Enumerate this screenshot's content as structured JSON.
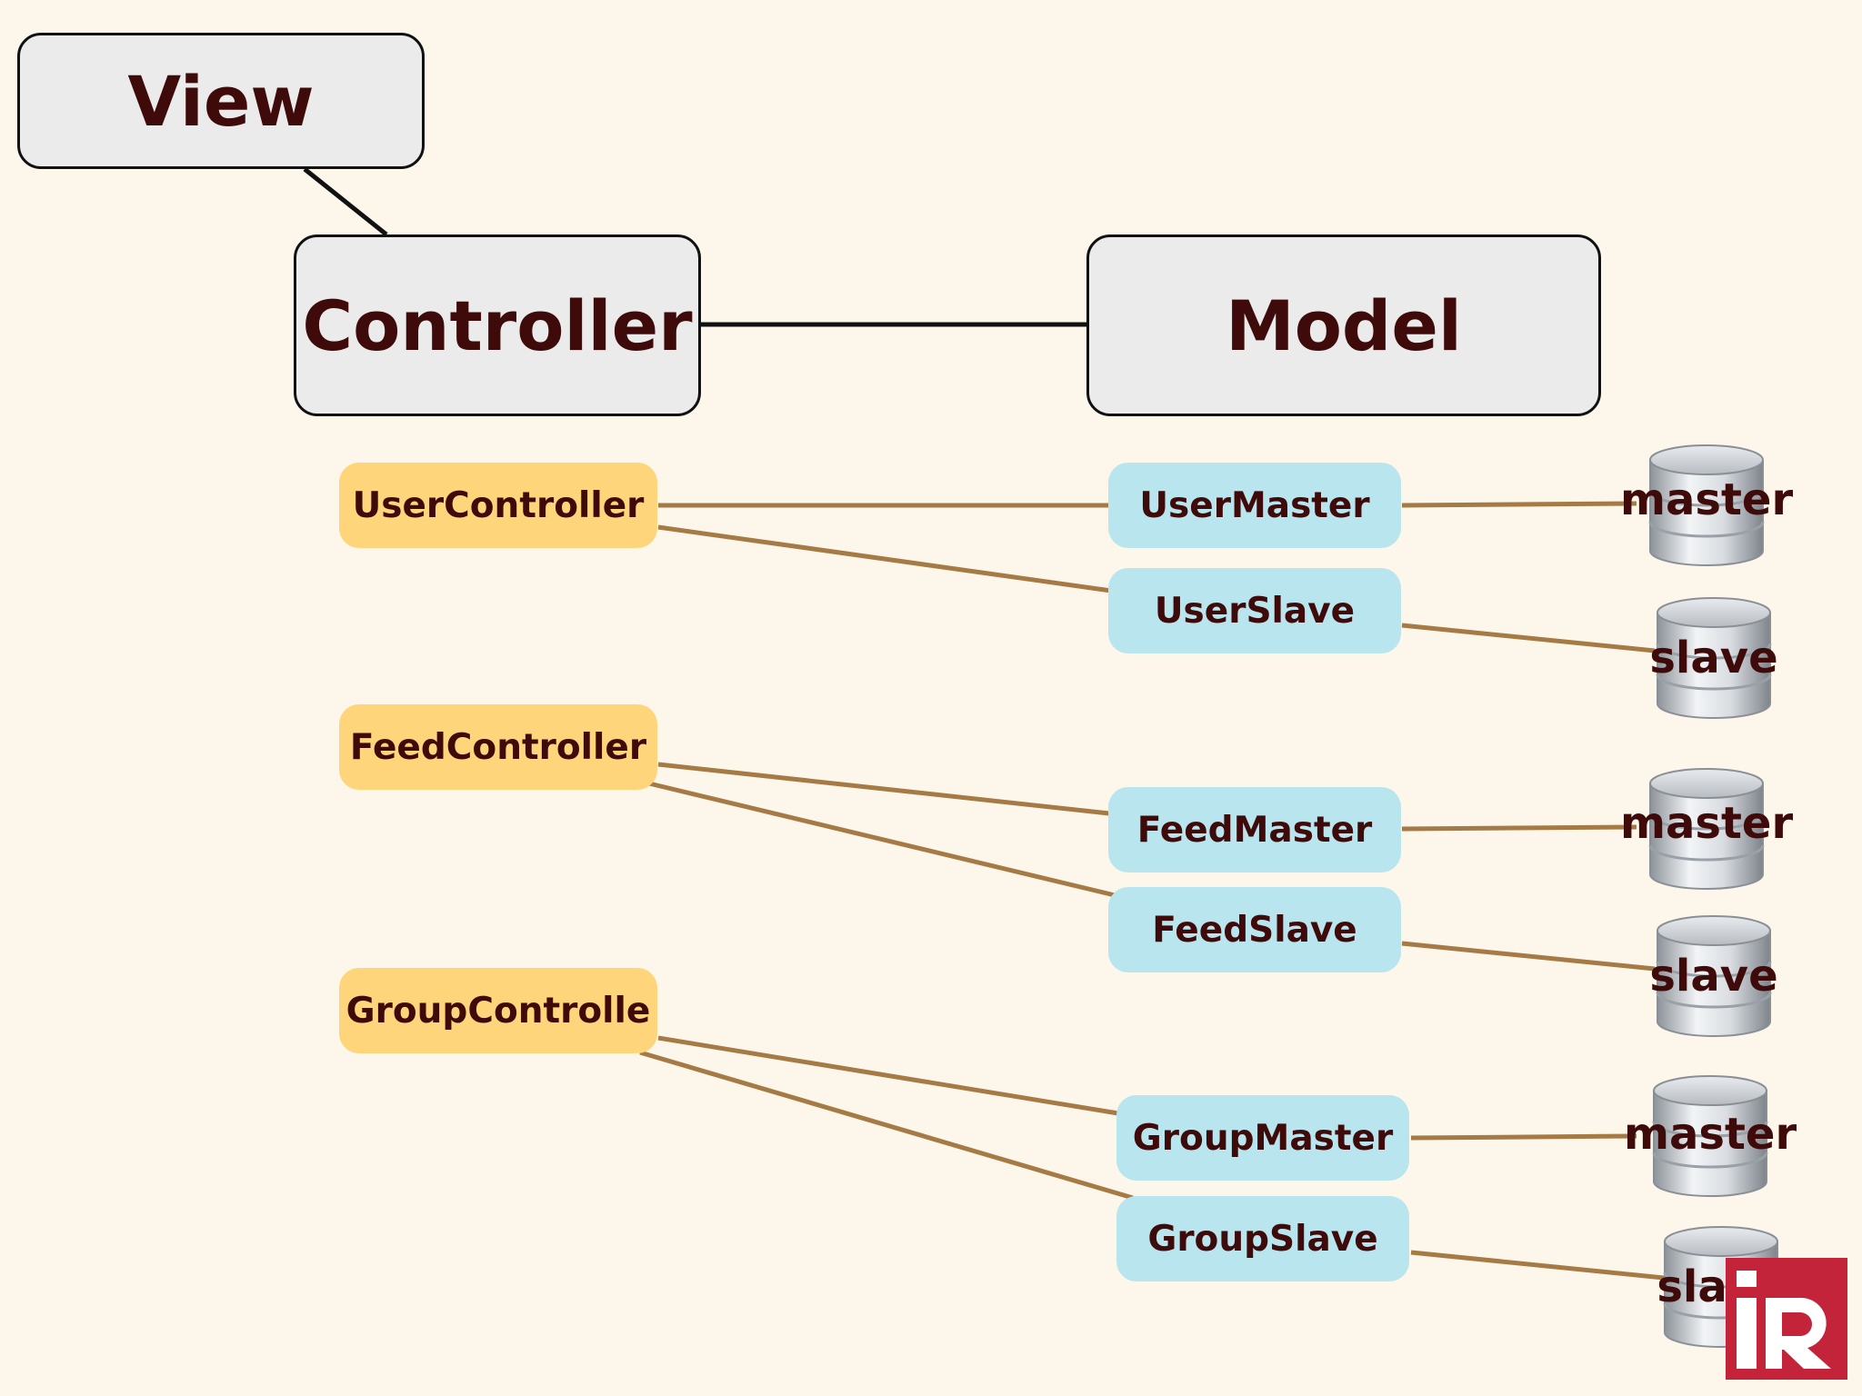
{
  "view": {
    "label": "View"
  },
  "controller": {
    "label": "Controller"
  },
  "model": {
    "label": "Model"
  },
  "controllers": [
    {
      "label": "UserController"
    },
    {
      "label": "FeedController"
    },
    {
      "label": "GroupControlle"
    }
  ],
  "models": [
    {
      "label": "UserMaster"
    },
    {
      "label": "UserSlave"
    },
    {
      "label": "FeedMaster"
    },
    {
      "label": "FeedSlave"
    },
    {
      "label": "GroupMaster"
    },
    {
      "label": "GroupSlave"
    }
  ],
  "databases": [
    {
      "label": "master"
    },
    {
      "label": "slave"
    },
    {
      "label": "master"
    },
    {
      "label": "slave"
    },
    {
      "label": "master"
    },
    {
      "label": "slave"
    }
  ],
  "colors": {
    "background": "#fcf7ea",
    "box_fill": "#ebebeb",
    "controller_fill": "#fed57a",
    "model_fill": "#b8e5ee",
    "text": "#3e0a0a",
    "link": "#a57a45",
    "logo": "#c3243a"
  }
}
